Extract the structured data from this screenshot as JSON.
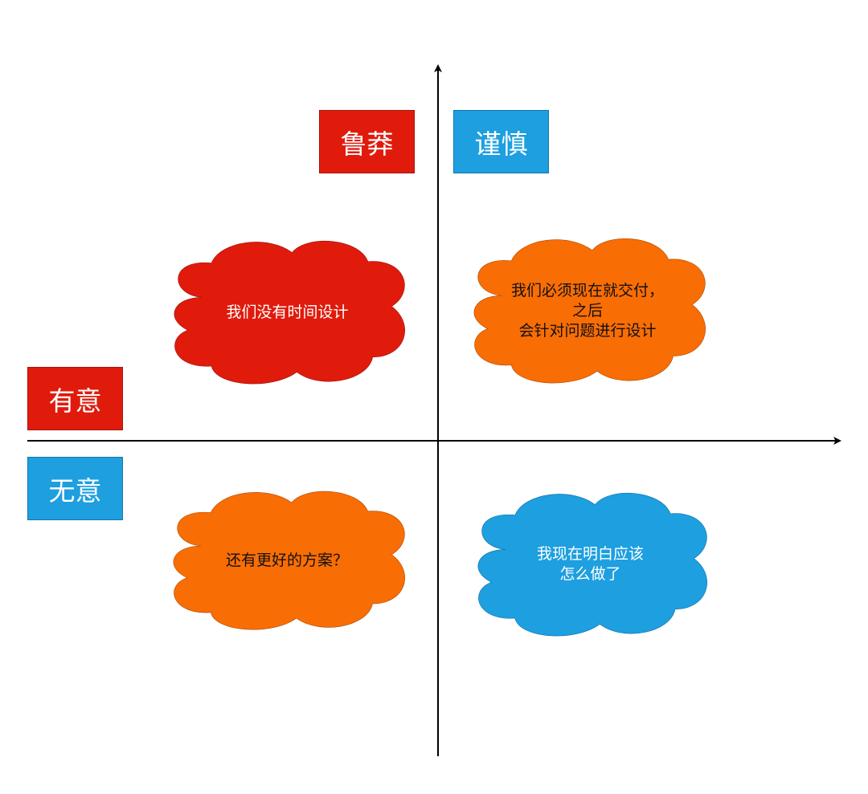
{
  "labels": {
    "reckless": "鲁莽",
    "prudent": "谨慎",
    "deliberate": "有意",
    "inadvertent": "无意"
  },
  "quadrants": {
    "top_left": "我们没有时间设计",
    "top_right": "我们必须现在就交付，\n之后\n会针对问题进行设计",
    "bottom_left": "还有更好的方案？",
    "bottom_right": "我现在明白应该\n怎么做了"
  },
  "colors": {
    "red": "#e01b0c",
    "blue": "#1d9fe0",
    "orange": "#f96d05"
  }
}
